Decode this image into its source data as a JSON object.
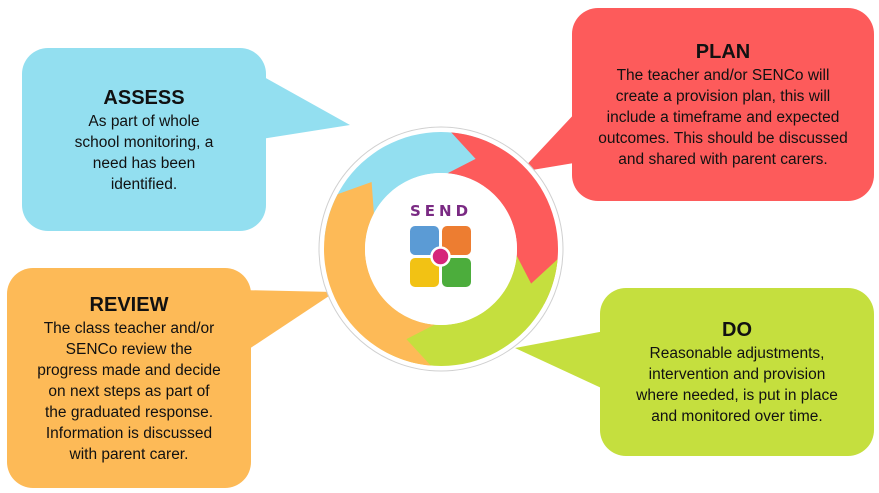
{
  "stages": {
    "assess": {
      "title": "ASSESS",
      "lines": [
        "As part of whole",
        "school monitoring, a",
        "need has been",
        "identified."
      ],
      "color": "#93dff0"
    },
    "plan": {
      "title": "PLAN",
      "lines": [
        "The teacher and/or SENCo  will",
        "create a provision plan, this will",
        "include a timeframe and expected",
        "outcomes. This should be discussed",
        "and shared with parent carers."
      ],
      "color": "#fd5b5b"
    },
    "do": {
      "title": "DO",
      "lines": [
        "Reasonable adjustments,",
        "intervention and provision",
        "where needed, is put in place",
        "and monitored over time."
      ],
      "color": "#c5df3e"
    },
    "review": {
      "title": "REVIEW",
      "lines": [
        "The class teacher and/or",
        "SENCo review the",
        "progress made and decide",
        "on next steps as part of",
        "the graduated response.",
        "Information is discussed",
        "with parent carer."
      ],
      "color": "#fdba57"
    }
  },
  "logo": {
    "text": "SEND",
    "tile_colors": [
      "#5b9bd5",
      "#ed7d31",
      "#f2c214",
      "#4cad3c"
    ],
    "center_color": "#d6257a"
  }
}
